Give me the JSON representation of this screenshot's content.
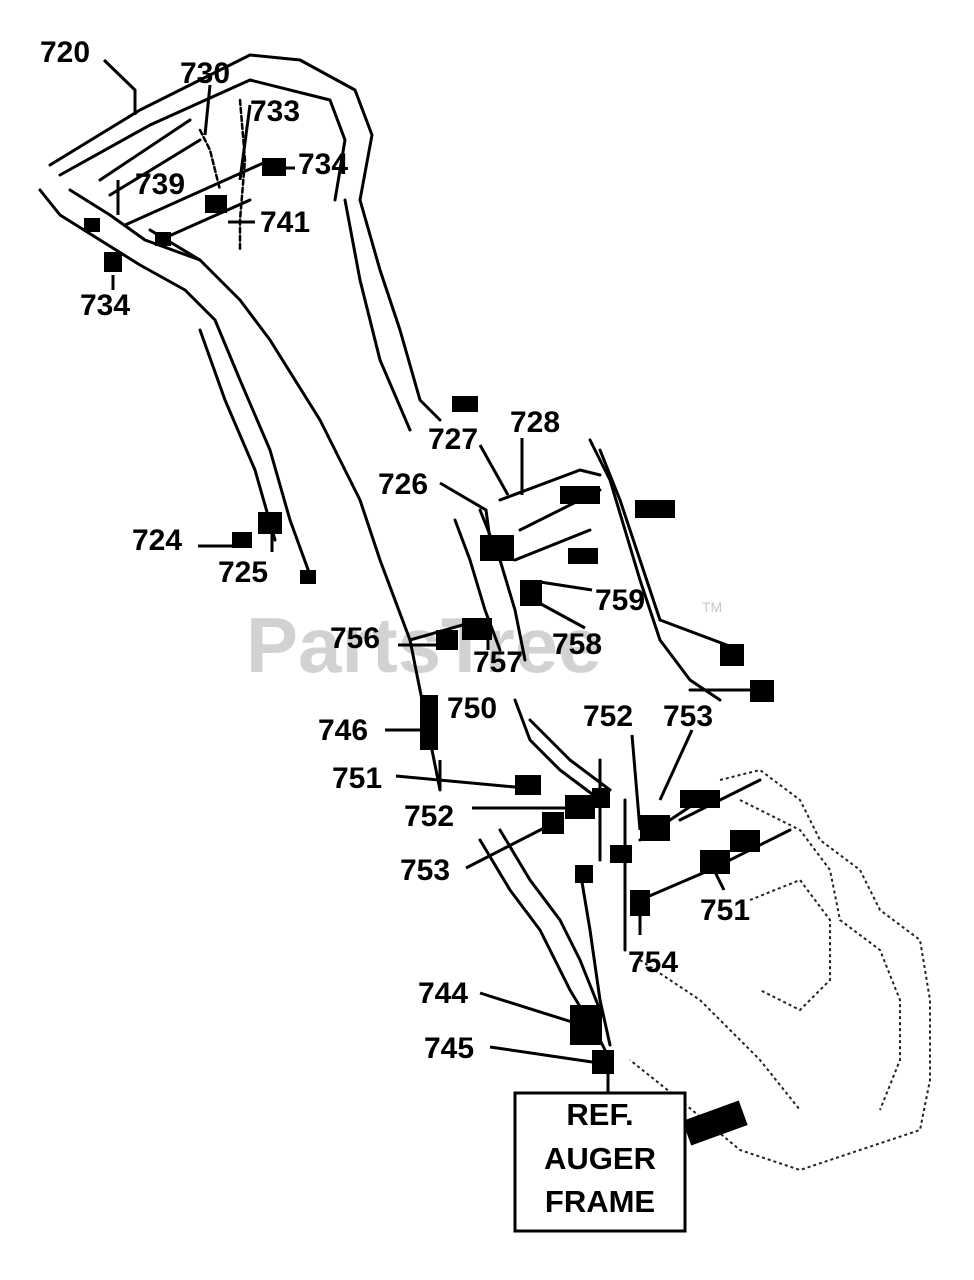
{
  "watermark": {
    "brand": "PartsTree",
    "trademark": "TM"
  },
  "ref_box": {
    "lines": [
      "REF.",
      "AUGER",
      "FRAME"
    ]
  },
  "labels": {
    "l720": "720",
    "l730": "730",
    "l733": "733",
    "l739": "739",
    "l734a": "734",
    "l741": "741",
    "l734b": "734",
    "l727": "727",
    "l728": "728",
    "l726": "726",
    "l724": "724",
    "l725": "725",
    "l759": "759",
    "l758": "758",
    "l756": "756",
    "l757": "757",
    "l750": "750",
    "l746": "746",
    "l752a": "752",
    "l753a": "753",
    "l751a": "751",
    "l752b": "752",
    "l753b": "753",
    "l751b": "751",
    "l754": "754",
    "l744": "744",
    "l745": "745"
  }
}
